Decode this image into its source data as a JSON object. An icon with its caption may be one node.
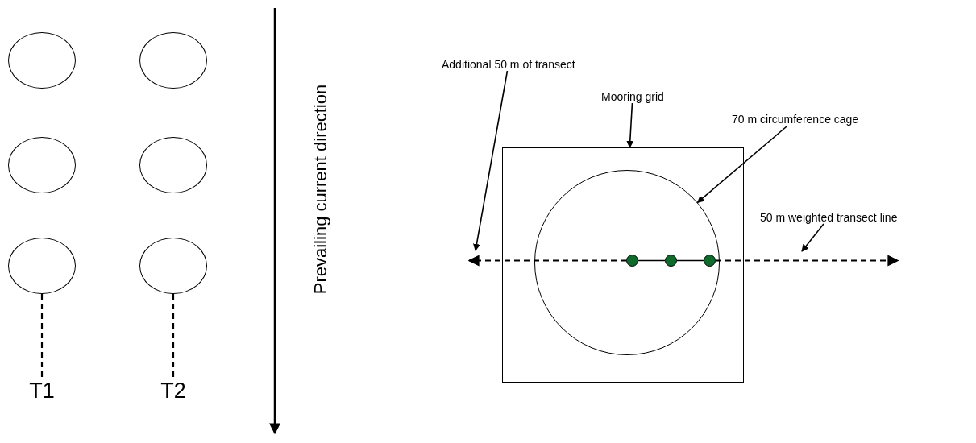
{
  "diagram": {
    "nodes": [
      {
        "text": [],
        "shape": "circle"
      },
      {
        "text": [],
        "shape": "circle"
      },
      {
        "text": [],
        "shape": "circle"
      },
      {
        "text": [],
        "shape": "circle"
      },
      {
        "text": [],
        "shape": "circle"
      },
      {
        "text": [],
        "shape": "circle"
      },
      {
        "text": [
          "T1"
        ]
      },
      {
        "text": [
          "T2"
        ]
      },
      {
        "text": [
          "Additional 50 m of transect"
        ]
      },
      {
        "text": [
          "Mooring grid"
        ]
      },
      {
        "text": [
          "70 m circumference cage"
        ]
      },
      {
        "text": [
          "50 m weighted transect line"
        ]
      },
      {
        "text": [],
        "shape": "box"
      },
      {
        "text": [],
        "shape": "circle",
        "in": 12
      },
      {
        "text": [],
        "shape": "circle",
        "in": 13
      },
      {
        "text": [],
        "shape": "circle",
        "in": 13
      },
      {
        "text": [],
        "shape": "circle",
        "in": 13
      }
    ],
    "edges": [
      {
        "from": 4,
        "to": 6,
        "arrow": "none",
        "style": "dashed"
      },
      {
        "from": 5,
        "to": 7,
        "arrow": "none",
        "style": "dashed"
      },
      {
        "from": 8,
        "to": null,
        "arrow": "to"
      },
      {
        "from": 9,
        "to": 12,
        "arrow": "to"
      },
      {
        "from": 10,
        "to": 13,
        "arrow": "to"
      },
      {
        "from": 11,
        "to": null,
        "arrow": "to"
      },
      {
        "from": 14,
        "to": 15,
        "arrow": "none"
      },
      {
        "from": 15,
        "to": 16,
        "arrow": "none"
      },
      {
        "from": 14,
        "to": null,
        "arrow": "to",
        "style": "dashed"
      },
      {
        "from": 16,
        "to": null,
        "arrow": "to",
        "style": "dashed"
      }
    ],
    "labels": [
      "Prevailing current direction"
    ]
  }
}
